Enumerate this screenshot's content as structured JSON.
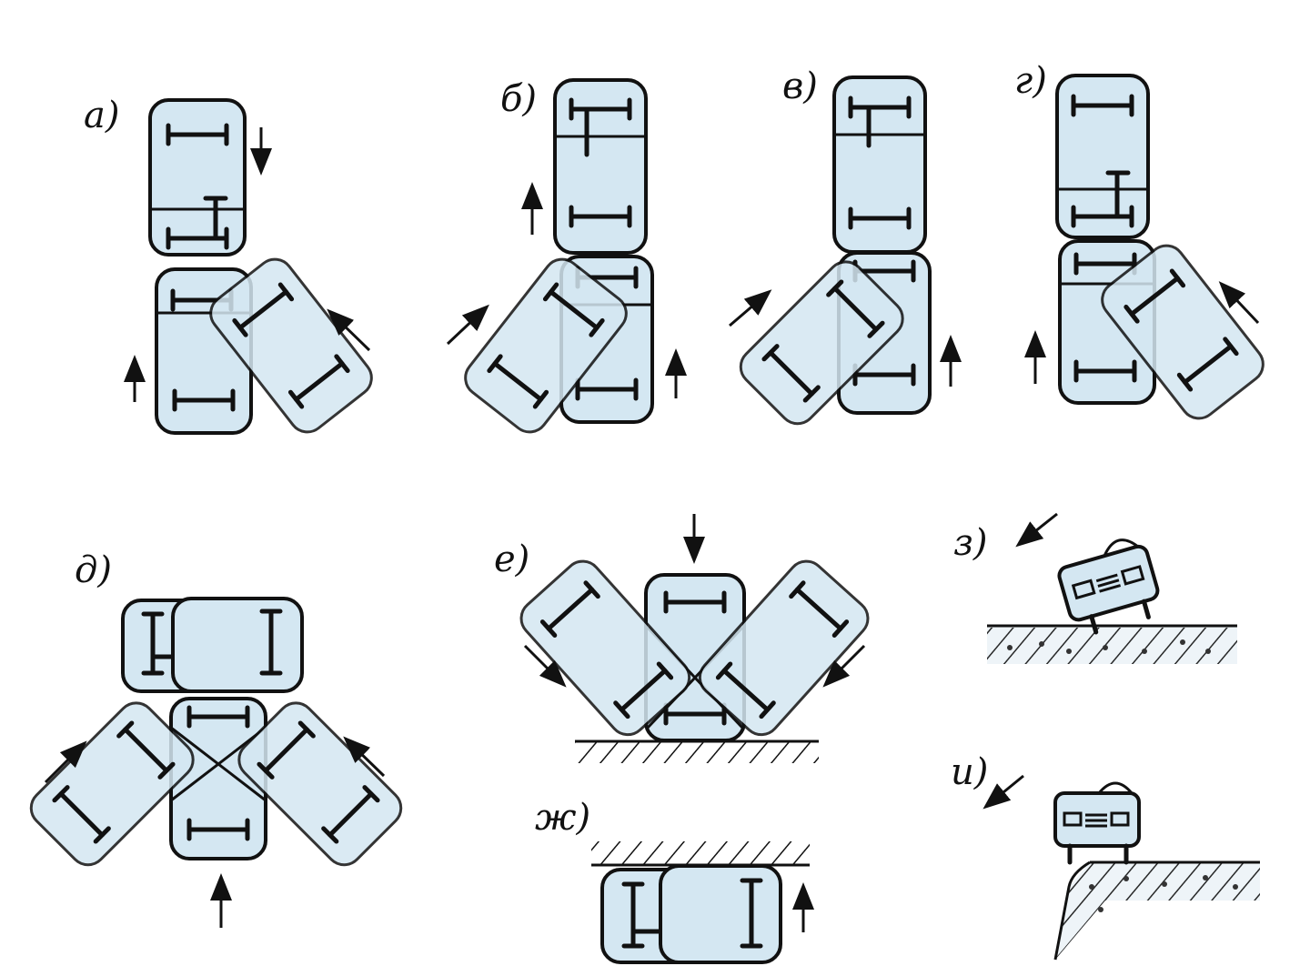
{
  "labels": {
    "a": "а)",
    "b": "б)",
    "v": "в)",
    "g": "г)",
    "d": "д)",
    "e": "е)",
    "zh": "ж)",
    "z": "з)",
    "i": "и)"
  },
  "colors": {
    "vehicle_fill": "#d4e7f2",
    "ink": "#111111",
    "background": "#ffffff"
  },
  "icons": {
    "arrow": "arrow-icon",
    "vehicle": "vehicle-icon",
    "ground": "hatched-ground-icon"
  }
}
